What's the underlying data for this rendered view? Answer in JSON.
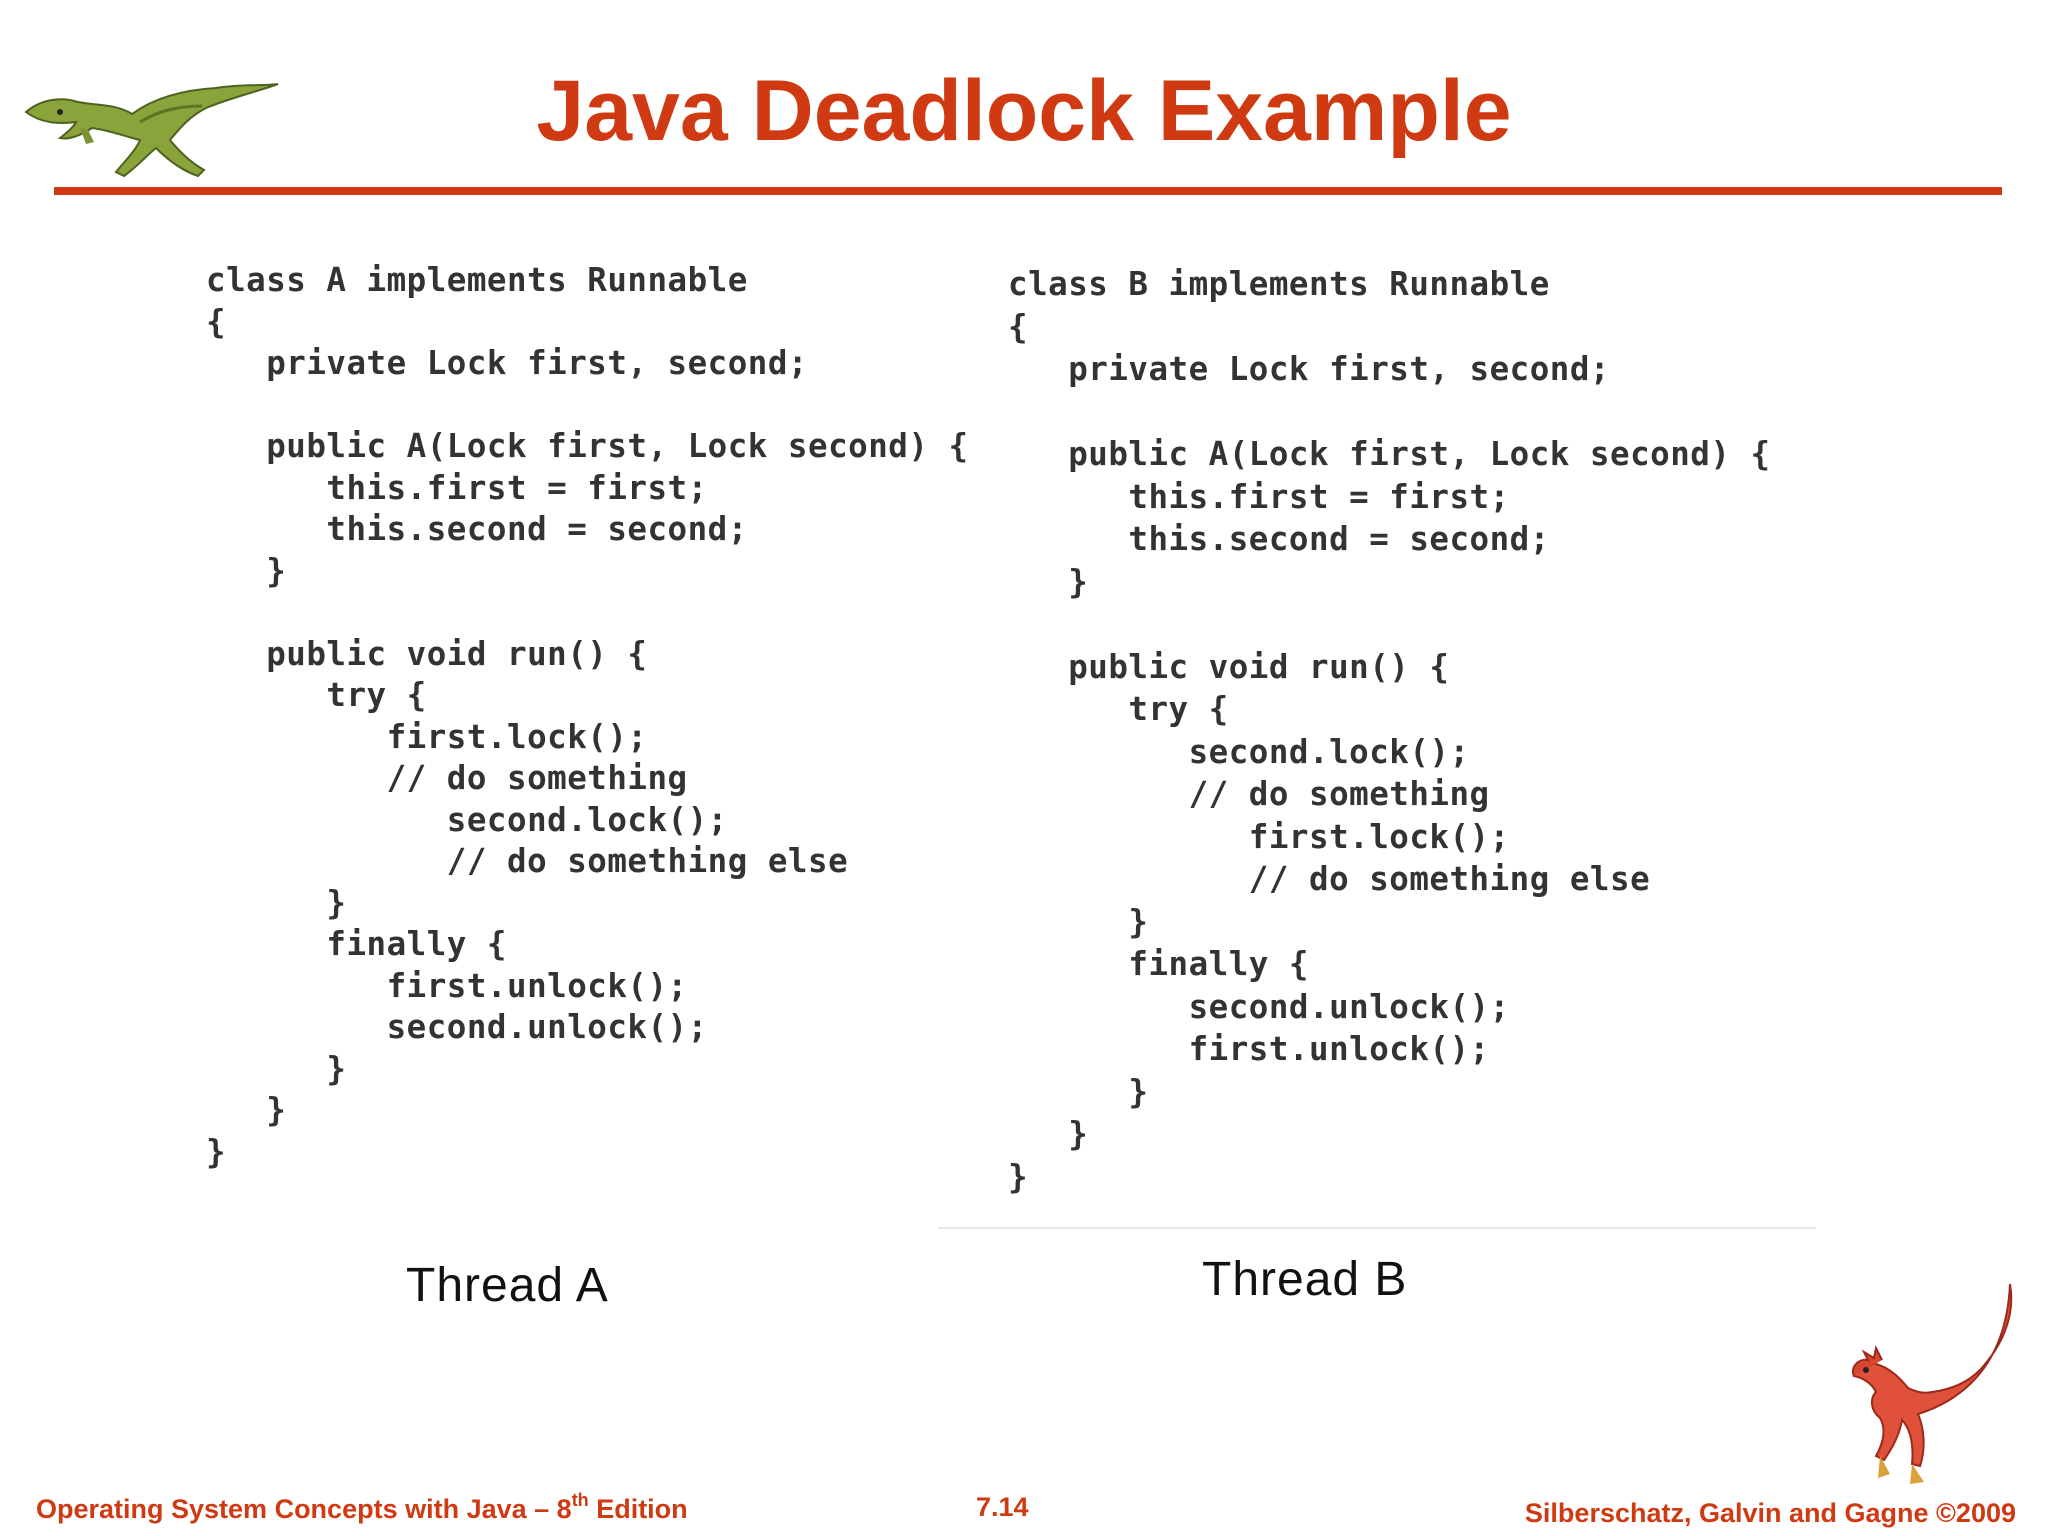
{
  "slide": {
    "title": "Java Deadlock Example"
  },
  "code": {
    "thread_a": "class A implements Runnable\n{\n   private Lock first, second;\n\n   public A(Lock first, Lock second) {\n      this.first = first;\n      this.second = second;\n   }\n\n   public void run() {\n      try {\n         first.lock();\n         // do something\n            second.lock();\n            // do something else\n      }\n      finally {\n         first.unlock();\n         second.unlock();\n      }\n   }\n}",
    "thread_b": "class B implements Runnable\n{\n   private Lock first, second;\n\n   public A(Lock first, Lock second) {\n      this.first = first;\n      this.second = second;\n   }\n\n   public void run() {\n      try {\n         second.lock();\n         // do something\n            first.lock();\n            // do something else\n      }\n      finally {\n         second.unlock();\n         first.unlock();\n      }\n   }\n}"
  },
  "labels": {
    "thread_a": "Thread A",
    "thread_b": "Thread B"
  },
  "footer": {
    "book_prefix": "Operating System Concepts with Java – 8",
    "book_sup": "th",
    "book_suffix": " Edition",
    "page": "7.14",
    "authors": "Silberschatz, Galvin and Gagne ©2009"
  },
  "icons": {
    "top_logo": "green-dinosaur-icon",
    "bottom_logo": "red-dinosaur-icon"
  },
  "colors": {
    "accent": "#cf3a12"
  }
}
